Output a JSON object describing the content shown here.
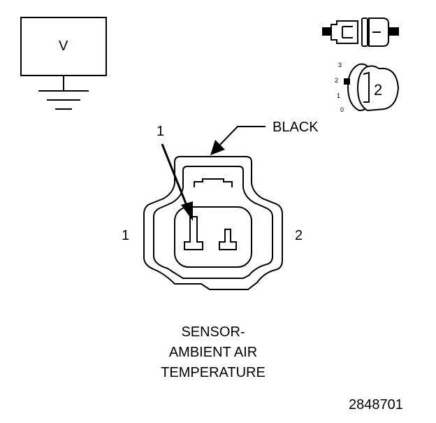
{
  "meter": {
    "label": "V"
  },
  "connector": {
    "color": "BLACK",
    "pin_callout": "1",
    "side_left": "1",
    "side_right": "2",
    "caption": [
      "SENSOR-",
      "AMBIENT AIR",
      "TEMPERATURE"
    ]
  },
  "index_icon": {
    "scale": [
      "3",
      "2",
      "1",
      "0"
    ],
    "number": "2"
  },
  "figure": {
    "number": "2848701"
  },
  "colors": {
    "ink": "#000000",
    "paper": "#ffffff"
  }
}
